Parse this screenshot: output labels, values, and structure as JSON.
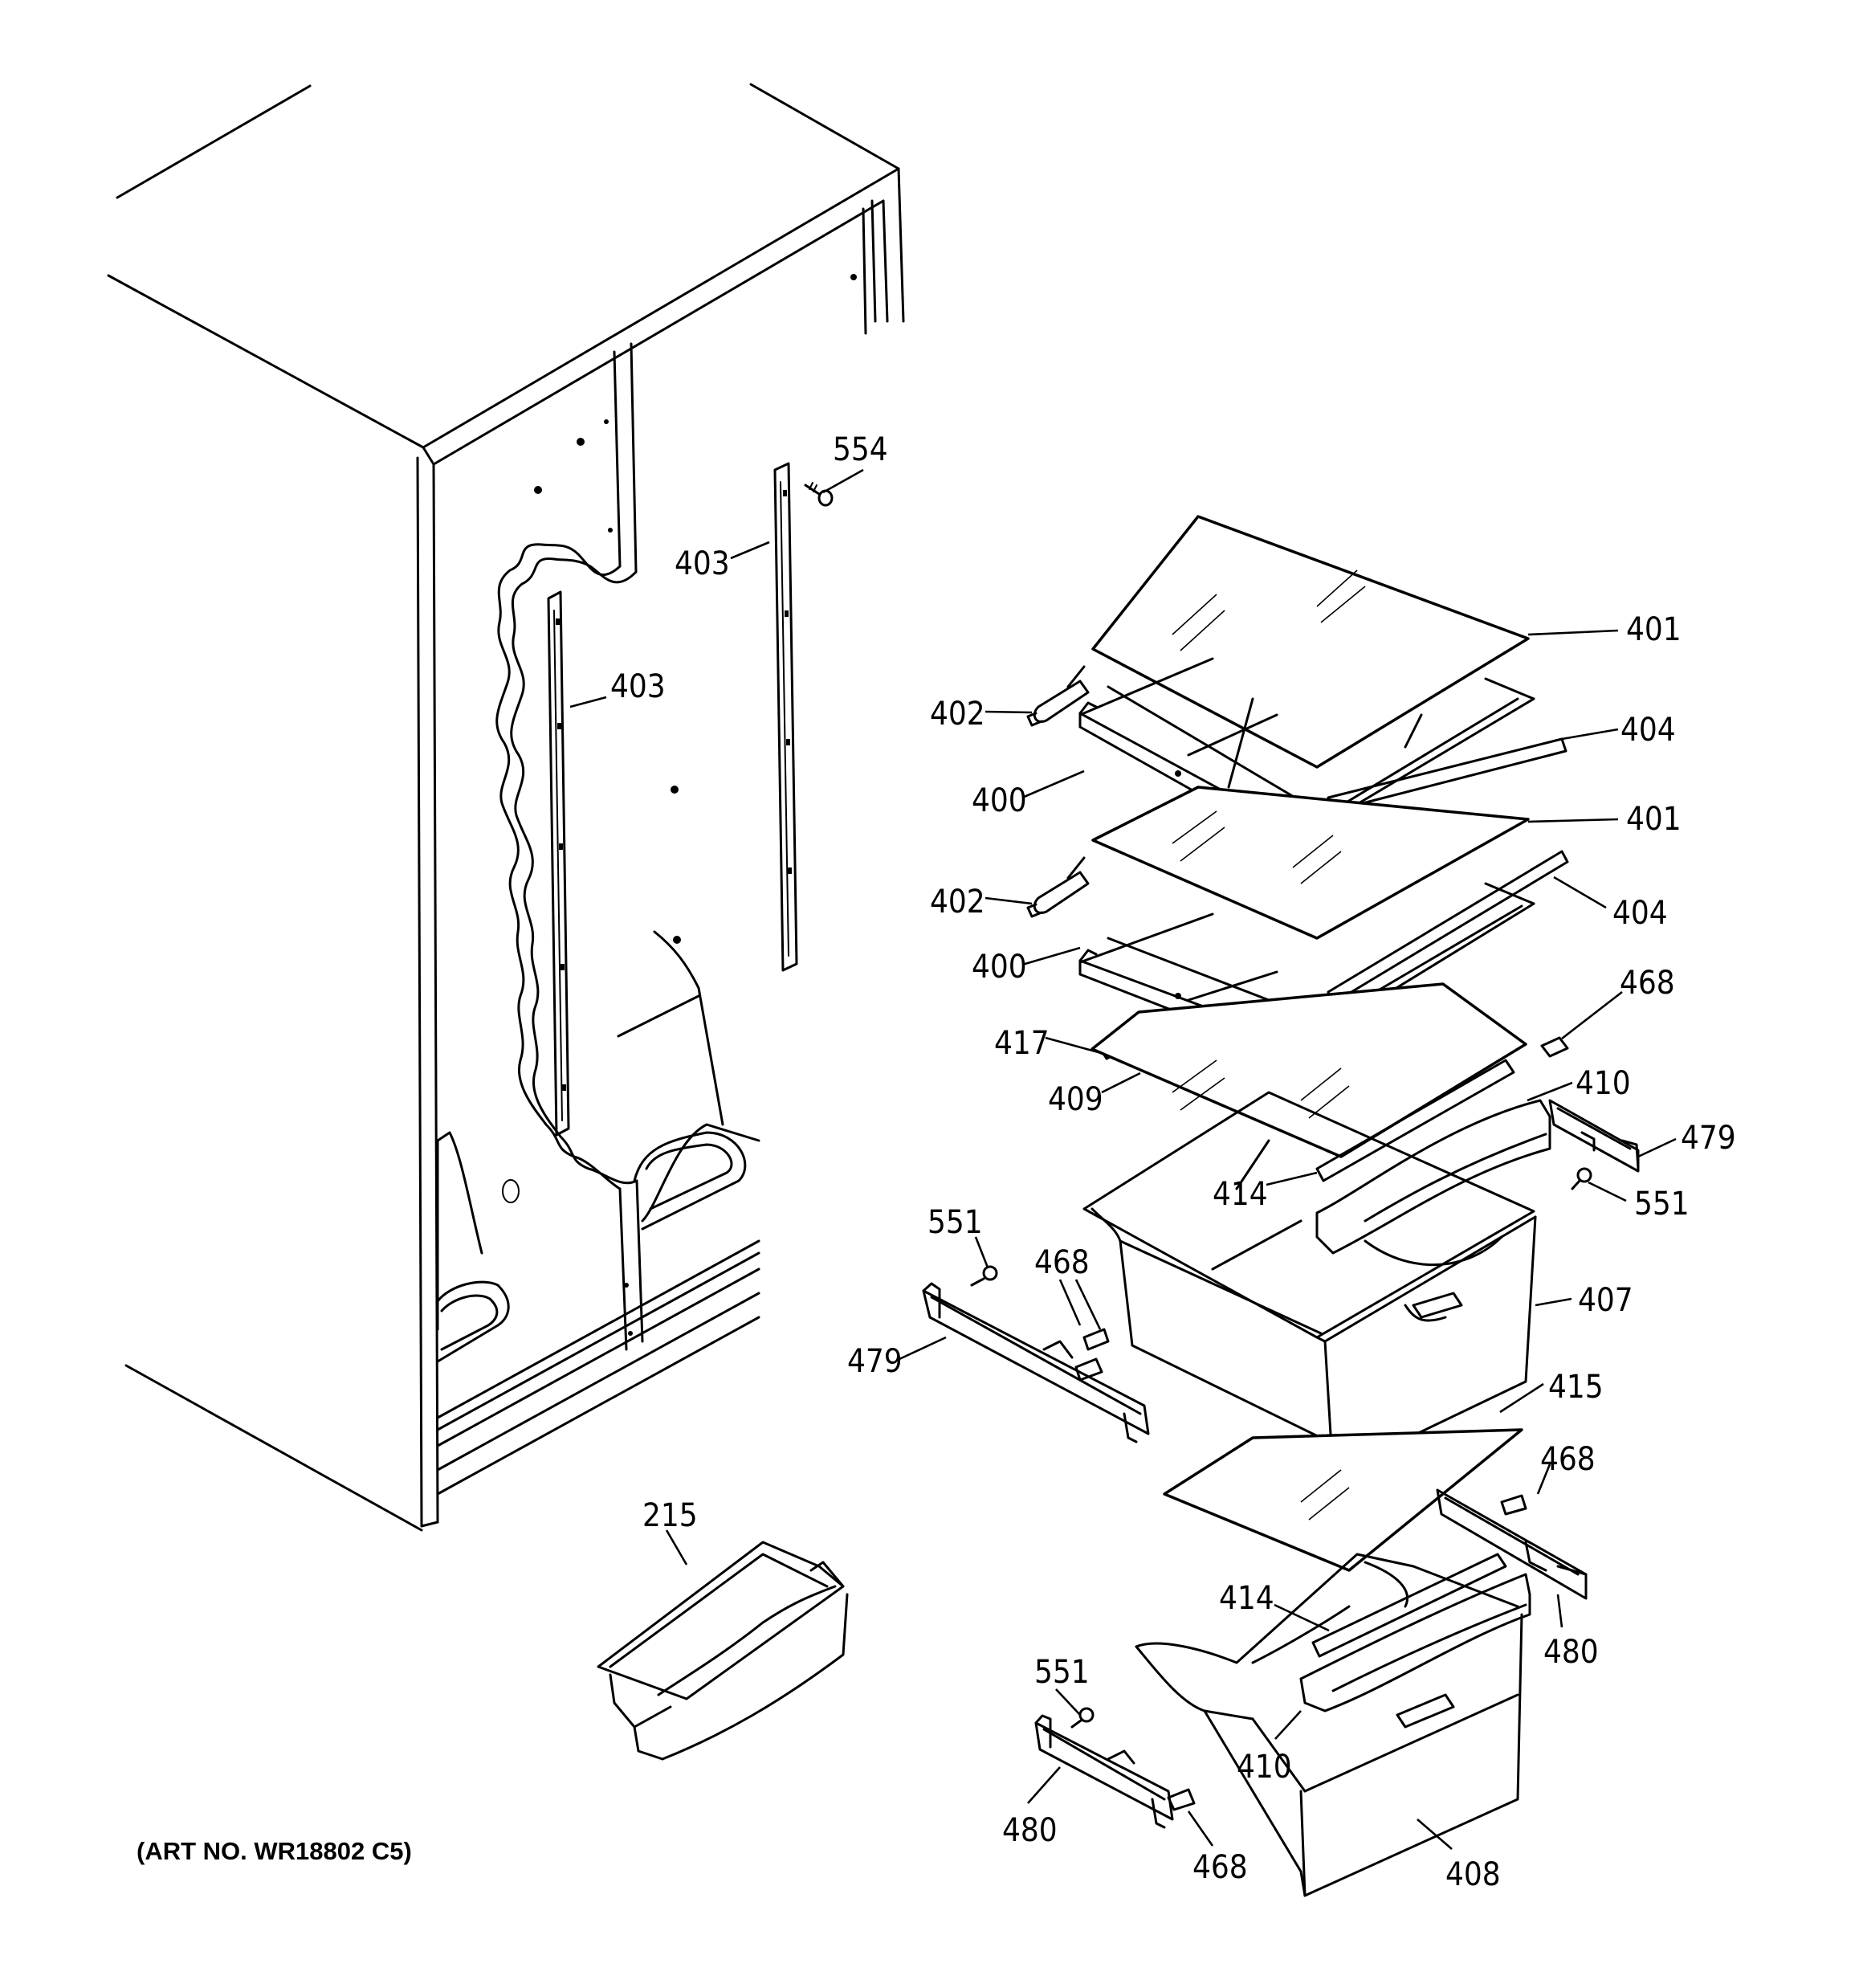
{
  "art_number": "(ART NO. WR18802 C5)",
  "callouts": [
    {
      "id": "c554",
      "text": "554"
    },
    {
      "id": "c403a",
      "text": "403"
    },
    {
      "id": "c403b",
      "text": "403"
    },
    {
      "id": "c401a",
      "text": "401"
    },
    {
      "id": "c402a",
      "text": "402"
    },
    {
      "id": "c404a",
      "text": "404"
    },
    {
      "id": "c400a",
      "text": "400"
    },
    {
      "id": "c401b",
      "text": "401"
    },
    {
      "id": "c402b",
      "text": "402"
    },
    {
      "id": "c404b",
      "text": "404"
    },
    {
      "id": "c400b",
      "text": "400"
    },
    {
      "id": "c468a",
      "text": "468"
    },
    {
      "id": "c417",
      "text": "417"
    },
    {
      "id": "c410a",
      "text": "410"
    },
    {
      "id": "c409",
      "text": "409"
    },
    {
      "id": "c479a",
      "text": "479"
    },
    {
      "id": "c414a",
      "text": "414"
    },
    {
      "id": "c551a",
      "text": "551"
    },
    {
      "id": "c551b",
      "text": "551"
    },
    {
      "id": "c468b",
      "text": "468"
    },
    {
      "id": "c407",
      "text": "407"
    },
    {
      "id": "c479b",
      "text": "479"
    },
    {
      "id": "c415",
      "text": "415"
    },
    {
      "id": "c468c",
      "text": "468"
    },
    {
      "id": "c215",
      "text": "215"
    },
    {
      "id": "c414b",
      "text": "414"
    },
    {
      "id": "c480a",
      "text": "480"
    },
    {
      "id": "c551c",
      "text": "551"
    },
    {
      "id": "c410b",
      "text": "410"
    },
    {
      "id": "c480b",
      "text": "480"
    },
    {
      "id": "c468d",
      "text": "468"
    },
    {
      "id": "c408",
      "text": "408"
    }
  ]
}
